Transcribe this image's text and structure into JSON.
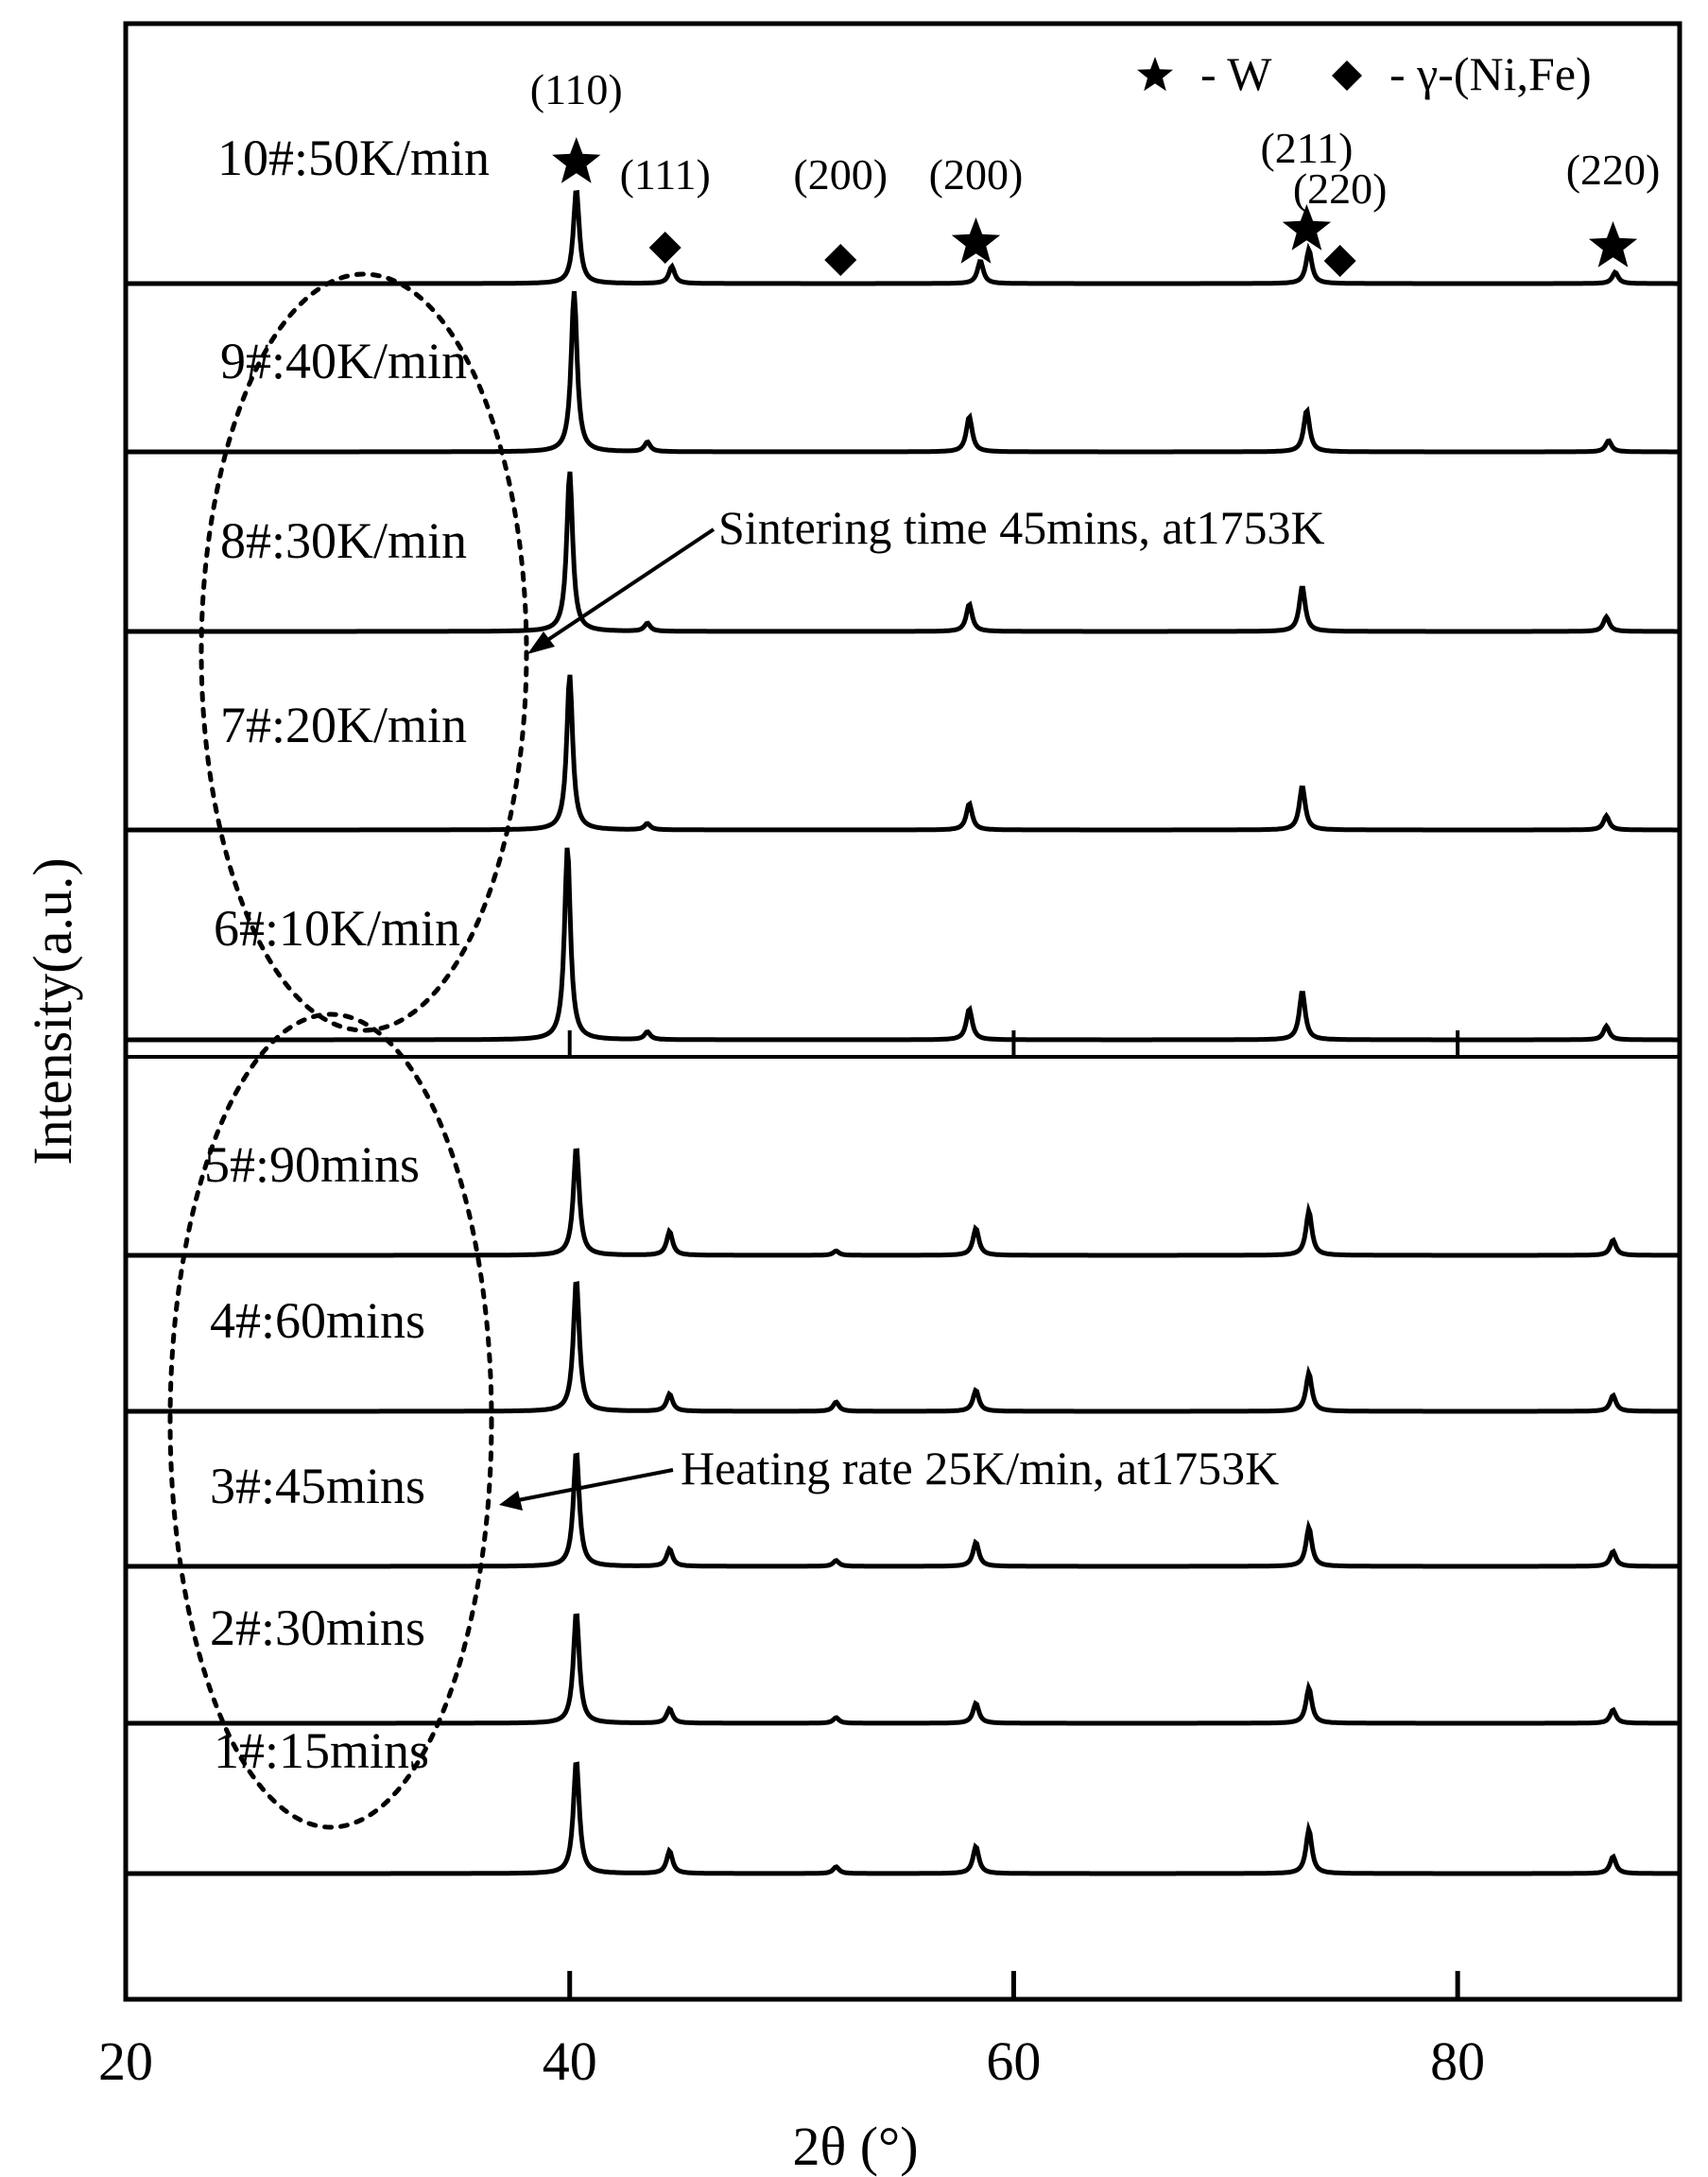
{
  "chart_data": {
    "type": "line",
    "xlabel": "2θ (°)",
    "ylabel": "Intensity(a.u.)",
    "xlim": [
      20,
      90
    ],
    "xticks": [
      20,
      40,
      60,
      80
    ],
    "legend": {
      "placement": "top-right",
      "entries": [
        {
          "marker": "star",
          "label": "- W"
        },
        {
          "marker": "diamond",
          "label": "- γ-(Ni,Fe)"
        }
      ]
    },
    "w_peaks": [
      40.3,
      58.3,
      73.2,
      87.0
    ],
    "nife_peaks": [
      43.6,
      50.8,
      74.7
    ],
    "peak_labels": [
      {
        "text": "(110)",
        "x": 40.3,
        "marker": "star"
      },
      {
        "text": "(111)",
        "x": 44.3,
        "marker": "diamond"
      },
      {
        "text": "(200)",
        "x": 52.2,
        "marker": "diamond"
      },
      {
        "text": "(200)",
        "x": 58.3,
        "marker": "star"
      },
      {
        "text": "(211)",
        "x": 73.2,
        "marker": "star"
      },
      {
        "text": "(220)",
        "x": 74.7,
        "marker": "diamond"
      },
      {
        "text": "(220)",
        "x": 87.0,
        "marker": "star"
      }
    ],
    "groups": [
      {
        "annotation": "Sintering time 45mins, at1753K"
      },
      {
        "annotation": "Heating rate 25K/min, at1753K"
      }
    ],
    "series": [
      {
        "name": "10#:50K/min",
        "peaks": [
          {
            "x": 40.3,
            "h": 1.0
          },
          {
            "x": 44.6,
            "h": 0.18
          },
          {
            "x": 58.5,
            "h": 0.24
          },
          {
            "x": 73.3,
            "h": 0.36
          },
          {
            "x": 87.1,
            "h": 0.12
          }
        ]
      },
      {
        "name": "9#:40K/min",
        "peaks": [
          {
            "x": 40.2,
            "h": 1.0
          },
          {
            "x": 43.5,
            "h": 0.06
          },
          {
            "x": 58.0,
            "h": 0.22
          },
          {
            "x": 73.2,
            "h": 0.26
          },
          {
            "x": 86.8,
            "h": 0.07
          }
        ]
      },
      {
        "name": "8#:30K/min",
        "peaks": [
          {
            "x": 40.0,
            "h": 1.0
          },
          {
            "x": 43.5,
            "h": 0.05
          },
          {
            "x": 58.0,
            "h": 0.17
          },
          {
            "x": 73.0,
            "h": 0.28
          },
          {
            "x": 86.7,
            "h": 0.09
          }
        ]
      },
      {
        "name": "7#:20K/min",
        "peaks": [
          {
            "x": 40.0,
            "h": 1.0
          },
          {
            "x": 43.5,
            "h": 0.04
          },
          {
            "x": 58.0,
            "h": 0.17
          },
          {
            "x": 73.0,
            "h": 0.28
          },
          {
            "x": 86.7,
            "h": 0.09
          }
        ]
      },
      {
        "name": "6#:10K/min",
        "peaks": [
          {
            "x": 39.9,
            "h": 1.0
          },
          {
            "x": 43.5,
            "h": 0.04
          },
          {
            "x": 58.0,
            "h": 0.16
          },
          {
            "x": 73.0,
            "h": 0.25
          },
          {
            "x": 86.7,
            "h": 0.07
          }
        ]
      },
      {
        "name": "5#:90mins",
        "peaks": [
          {
            "x": 40.3,
            "h": 1.0
          },
          {
            "x": 44.5,
            "h": 0.22
          },
          {
            "x": 52.0,
            "h": 0.04
          },
          {
            "x": 58.3,
            "h": 0.25
          },
          {
            "x": 73.3,
            "h": 0.41
          },
          {
            "x": 87.0,
            "h": 0.14
          }
        ]
      },
      {
        "name": "4#:60mins",
        "peaks": [
          {
            "x": 40.3,
            "h": 1.0
          },
          {
            "x": 44.5,
            "h": 0.13
          },
          {
            "x": 52.0,
            "h": 0.07
          },
          {
            "x": 58.3,
            "h": 0.16
          },
          {
            "x": 73.3,
            "h": 0.29
          },
          {
            "x": 87.0,
            "h": 0.12
          }
        ]
      },
      {
        "name": "3#:45mins",
        "peaks": [
          {
            "x": 40.3,
            "h": 1.0
          },
          {
            "x": 44.5,
            "h": 0.15
          },
          {
            "x": 52.0,
            "h": 0.05
          },
          {
            "x": 58.3,
            "h": 0.21
          },
          {
            "x": 73.3,
            "h": 0.34
          },
          {
            "x": 87.0,
            "h": 0.13
          }
        ]
      },
      {
        "name": "2#:30mins",
        "peaks": [
          {
            "x": 40.3,
            "h": 1.0
          },
          {
            "x": 44.5,
            "h": 0.13
          },
          {
            "x": 52.0,
            "h": 0.05
          },
          {
            "x": 58.3,
            "h": 0.18
          },
          {
            "x": 73.3,
            "h": 0.32
          },
          {
            "x": 87.0,
            "h": 0.12
          }
        ]
      },
      {
        "name": "1#:15mins",
        "peaks": [
          {
            "x": 40.3,
            "h": 1.0
          },
          {
            "x": 44.5,
            "h": 0.2
          },
          {
            "x": 52.0,
            "h": 0.06
          },
          {
            "x": 58.3,
            "h": 0.24
          },
          {
            "x": 73.3,
            "h": 0.39
          },
          {
            "x": 87.0,
            "h": 0.15
          }
        ]
      }
    ]
  }
}
